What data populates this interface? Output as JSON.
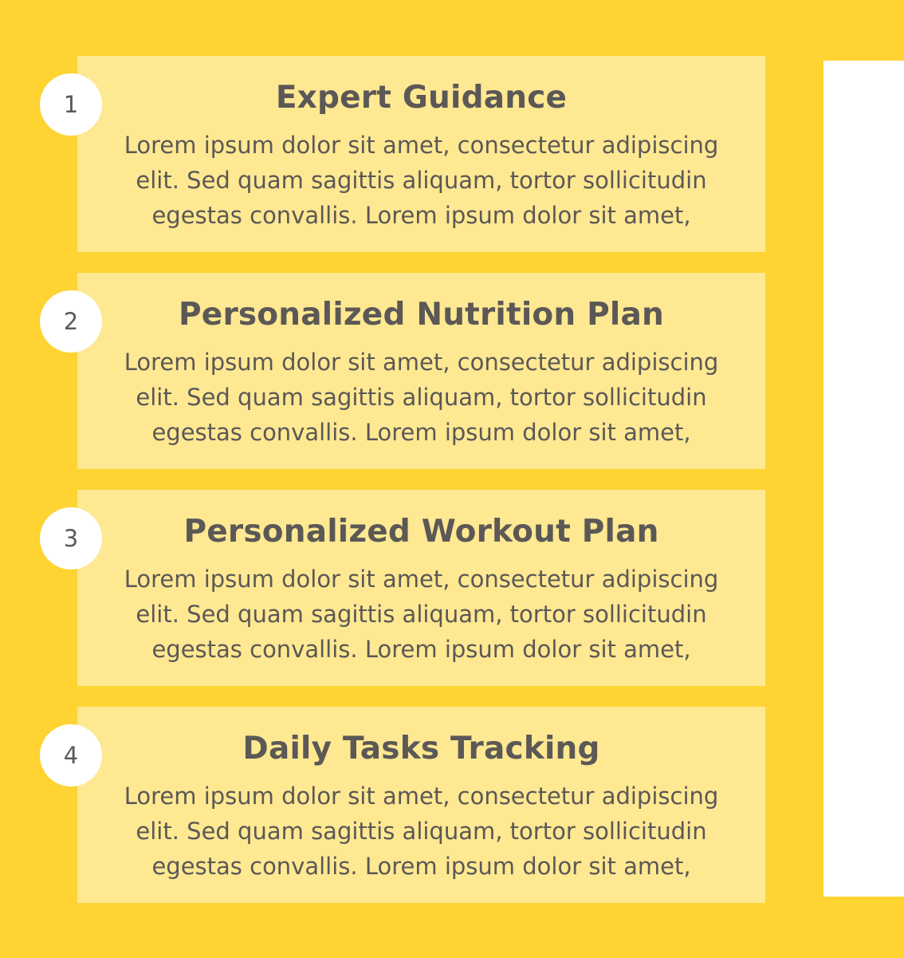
{
  "features": [
    {
      "number": "1",
      "title": "Expert Guidance",
      "description": "Lorem ipsum dolor sit amet, consectetur adipiscing elit. Sed quam sagittis aliquam, tortor sollicitudin egestas convallis. Lorem ipsum dolor sit amet,"
    },
    {
      "number": "2",
      "title": "Personalized Nutrition Plan",
      "description": "Lorem ipsum dolor sit amet, consectetur adipiscing elit. Sed quam sagittis aliquam, tortor sollicitudin egestas convallis. Lorem ipsum dolor sit amet,"
    },
    {
      "number": "3",
      "title": "Personalized Workout Plan",
      "description": "Lorem ipsum dolor sit amet, consectetur adipiscing elit. Sed quam sagittis aliquam, tortor sollicitudin egestas convallis. Lorem ipsum dolor sit amet,"
    },
    {
      "number": "4",
      "title": "Daily Tasks Tracking",
      "description": "Lorem ipsum dolor sit amet, consectetur adipiscing elit. Sed quam sagittis aliquam, tortor sollicitudin egestas convallis. Lorem ipsum dolor sit amet,"
    }
  ],
  "colors": {
    "background": "#fed332",
    "card": "#fee892",
    "text": "#5b5856",
    "circle": "#ffffff"
  }
}
